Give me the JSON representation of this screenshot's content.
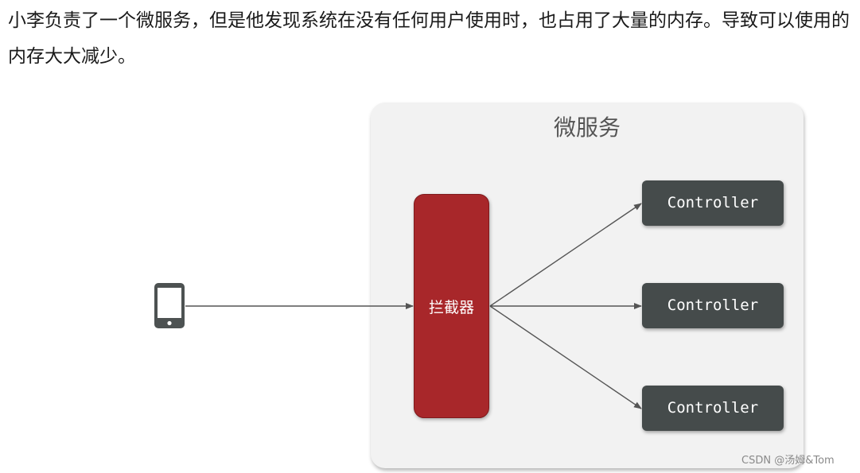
{
  "text": {
    "paragraph": "小李负责了一个微服务，但是他发现系统在没有任何用户使用时，也占用了大量的内存。导致可以使用的内存大大减少。"
  },
  "diagram": {
    "panel_title": "微服务",
    "client_icon": "mobile-phone-icon",
    "interceptor_label": "拦截器",
    "controllers": [
      {
        "label": "Controller"
      },
      {
        "label": "Controller"
      },
      {
        "label": "Controller"
      }
    ],
    "colors": {
      "panel_background": "#f2f2f2",
      "interceptor": "#a8272a",
      "controller": "#454b4b",
      "arrow": "#555555",
      "phone": "#4d5252"
    }
  },
  "watermark": "CSDN @汤姆&Tom"
}
